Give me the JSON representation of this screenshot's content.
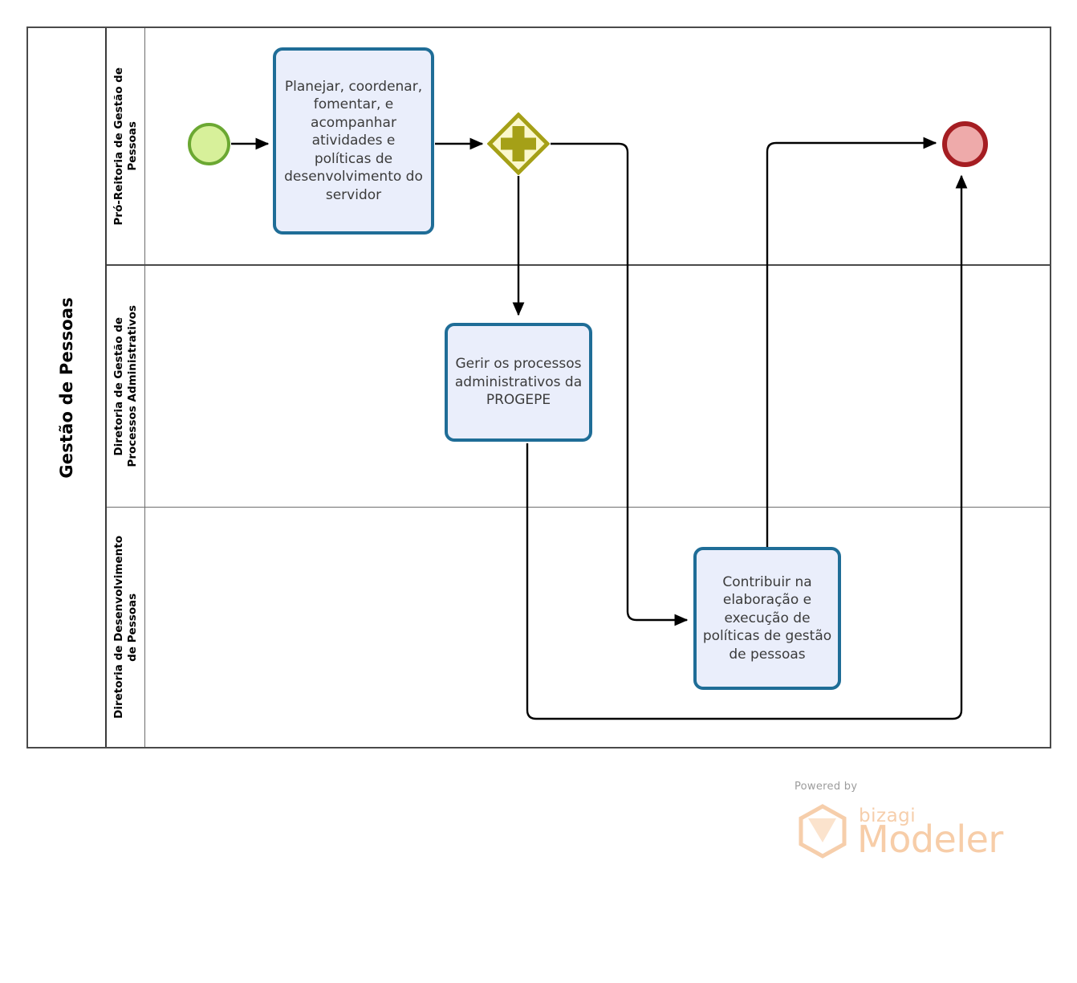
{
  "diagram": {
    "type": "bpmn-process-diagram",
    "pool": {
      "name": "Gestão de Pessoas"
    },
    "lanes": [
      {
        "id": "lane-pro-reitoria",
        "name": "Pró-Reitoria de Gestão de\nPessoas"
      },
      {
        "id": "lane-gestao-processos",
        "name": "Diretoria de Gestão de\nProcessos Administrativos"
      },
      {
        "id": "lane-desenvolvimento",
        "name": "Diretoria de Desenvolvimento\nde Pessoas"
      }
    ],
    "events": [
      {
        "id": "start-event",
        "kind": "start",
        "label": "",
        "fill": "#d7f09a",
        "stroke": "#6ba832"
      },
      {
        "id": "end-event",
        "kind": "end",
        "label": "",
        "fill": "#eeaaaa",
        "stroke": "#a51d22"
      }
    ],
    "gateways": [
      {
        "id": "parallel-gateway",
        "kind": "parallel",
        "symbol": "+",
        "fill": "#fbf8cd",
        "stroke": "#a5a017"
      }
    ],
    "tasks": [
      {
        "id": "task-planejar",
        "lane": "lane-pro-reitoria",
        "label": "Planejar, coordenar, fomentar, e acompanhar atividades e políticas de desenvolvimento do servidor"
      },
      {
        "id": "task-gerir",
        "lane": "lane-gestao-processos",
        "label": "Gerir os processos administrativos da PROGEPE"
      },
      {
        "id": "task-contribuir",
        "lane": "lane-desenvolvimento",
        "label": "Contribuir na elaboração e execução de políticas de gestão de pessoas"
      }
    ],
    "flows": [
      {
        "from": "start-event",
        "to": "task-planejar"
      },
      {
        "from": "task-planejar",
        "to": "parallel-gateway"
      },
      {
        "from": "parallel-gateway",
        "to": "task-gerir"
      },
      {
        "from": "parallel-gateway",
        "to": "task-contribuir"
      },
      {
        "from": "task-contribuir",
        "to": "end-event"
      },
      {
        "from": "task-gerir",
        "to": "end-event"
      }
    ],
    "colors": {
      "task_fill": "#eaeefb",
      "task_stroke": "#1f6d97",
      "pool_stroke": "#4a4a4a",
      "flow_stroke": "#000000"
    }
  },
  "watermark": {
    "powered_by": "Powered by",
    "brand": "bizagi",
    "product": "Modeler"
  }
}
